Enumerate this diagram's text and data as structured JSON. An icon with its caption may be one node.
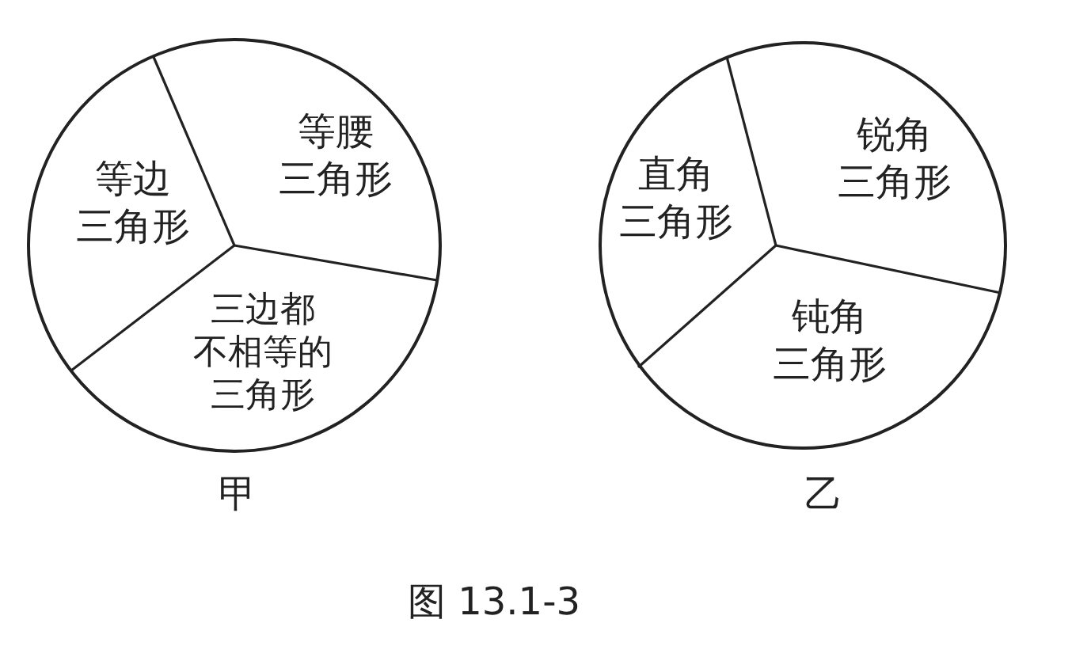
{
  "diagram": {
    "caption": "图 13.1-3",
    "nodes": [
      {
        "text": [],
        "shape": "circle",
        "beside": [
          "甲"
        ]
      },
      {
        "text": [
          "等边三角形"
        ],
        "in": 0
      },
      {
        "text": [
          "等腰三角形"
        ],
        "in": 0
      },
      {
        "text": [
          "三边都不相等的三角形"
        ],
        "in": 0
      },
      {
        "text": [],
        "shape": "circle",
        "beside": [
          "乙"
        ]
      },
      {
        "text": [
          "直角三角形"
        ],
        "in": 4
      },
      {
        "text": [
          "锐角三角形"
        ],
        "in": 4
      },
      {
        "text": [
          "钝角三角形"
        ],
        "in": 4
      }
    ]
  }
}
